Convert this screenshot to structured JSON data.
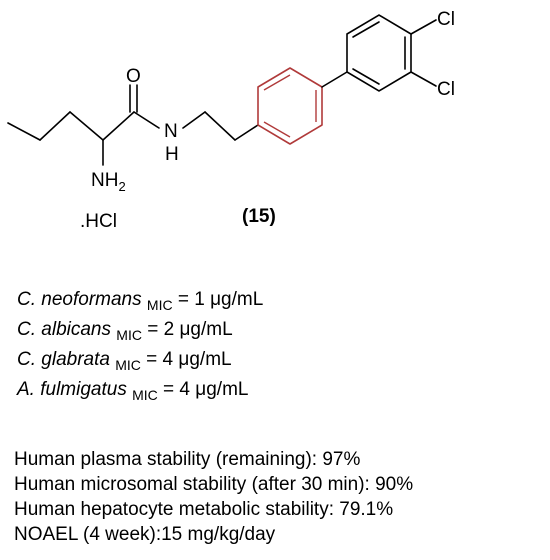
{
  "structure": {
    "atoms": {
      "carbonyl_o": "O",
      "amide_n": "N",
      "amide_h": "H",
      "amine": "NH",
      "amine_sub": "2",
      "salt": ".HCl",
      "cl_top": "Cl",
      "cl_bottom": "Cl"
    },
    "compound_label": "(15)",
    "ring_color": "#b03a3a"
  },
  "activity": [
    {
      "organism": "C. neoformans",
      "subscript": "MIC",
      "value": " = 1 μg/mL"
    },
    {
      "organism": "C. albicans",
      "subscript": "MIC",
      "value": " = 2 μg/mL"
    },
    {
      "organism": "C. glabrata",
      "subscript": "MIC",
      "value": " = 4 μg/mL"
    },
    {
      "organism": "A. fulmigatus",
      "subscript": "MIC",
      "value": " = 4 μg/mL"
    }
  ],
  "properties": [
    "Human plasma stability (remaining): 97%",
    "Human microsomal stability (after 30 min): 90%",
    "Human hepatocyte metabolic stability: 79.1%",
    "NOAEL (4 week):15 mg/kg/day"
  ]
}
